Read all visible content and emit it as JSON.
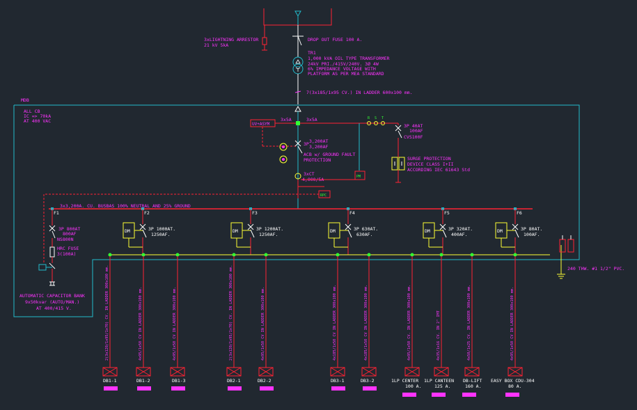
{
  "colors": {
    "background": "#212830",
    "busbar": "#ff2233",
    "panel_border": "#22bbcc",
    "label": "#ff33ff",
    "equipment": "#ffff33",
    "node": "#33ff33",
    "white": "#ffffff"
  },
  "incoming": {
    "arrestor": [
      "3xLIGHTNING ARRESTOR",
      "21 kV 5kA"
    ],
    "dropout_fuse": "DROP OUT FUSE 100 A.",
    "transformer": [
      "TR1",
      "1,000 kVA OIL TYPE TRANSFORMER",
      "24kV PRI./415V/240V. 3Ø 4W",
      "6% IMPEDANCE VOLTAGE WITH",
      "PLATFORM AS PER MEA STANDARD"
    ],
    "cable": "7(3x185/1x95 CV.) IN LADDER 600x100 mm."
  },
  "mdb": {
    "title": "MDB",
    "info": [
      "ALL CB",
      "IC => 70kA",
      "AT 400 VAC"
    ],
    "uv_asym": "UV+ASYM",
    "ct_small_1": "3x5A",
    "ct_small_2": "3x5A",
    "acb_rating": [
      "3P",
      "3,200AT",
      "3,200AF"
    ],
    "acb_desc": [
      "ACB w/ GROUND FAULT",
      "PROTECTION"
    ],
    "ct_main": [
      "3xCT",
      "4,000/5A"
    ],
    "pm": "PM",
    "rpc": "RPC",
    "rst": [
      "R",
      "S",
      "T"
    ],
    "spd_breaker": [
      "3P 40AT",
      "100AF",
      "CVS100F"
    ],
    "spd_desc": [
      "SURGE PROTECTION",
      "DEVICE CLASS I+II",
      "ACCORDING IEC 61643 Std"
    ],
    "busbar": "3x3,200A. CU. BUSBAS 100% NEUTRAL AND 25% GROUND",
    "feeder_ids": [
      "F1",
      "F2",
      "F3",
      "F4",
      "F5",
      "F6"
    ],
    "cap_breaker": [
      "3P 800AT",
      "800AF",
      "NS800N"
    ],
    "hrc_fuse": [
      "HRC FUSE",
      "3(100A)"
    ],
    "cap_bank": [
      "AUTOMATIC CAPACITOR BANK",
      "9x50kvar (AUTO/MAN.)",
      "AT 400/415 V."
    ],
    "dm": "DM",
    "feeders": [
      {
        "id": "F2",
        "rating": [
          "3P 1000AT.",
          "1250AF."
        ]
      },
      {
        "id": "F3",
        "rating": [
          "3P 1200AT.",
          "1250AF."
        ]
      },
      {
        "id": "F4",
        "rating": [
          "3P 630AT.",
          "630AF."
        ]
      },
      {
        "id": "F5",
        "rating": [
          "3P 320AT.",
          "400AF."
        ]
      },
      {
        "id": "F6",
        "rating": [
          "3P 80AT.",
          "100AF."
        ]
      }
    ],
    "ground": "240 THW. #1 1/2\" PVC."
  },
  "outgoing": [
    {
      "cable": "2(3x120/1x95/1x70) CV. IN LADDER 300x100 mm.",
      "name": "DB1-1"
    },
    {
      "cable": "4x95/1x50 CV IN LADDER 300x100 mm.",
      "name": "DB1-2"
    },
    {
      "cable": "4x95/1x50 CV IN LADDER 300x100 mm.",
      "name": "DB1-3"
    },
    {
      "cable": "2(3x120/1x95/1x70) CV. IN LADDER 300x100 mm.",
      "name": "DB2-1"
    },
    {
      "cable": "4x95/1x50 CV IN LADDER 300x100 mm.",
      "name": "DB2-2"
    },
    {
      "cable": "4x185/1x50 CV IN LADDER 300x100 mm.",
      "name": "DB3-1"
    },
    {
      "cable": "4x185/1x50 CV IN LADDER 300x100 mm.",
      "name": "DB3-2"
    },
    {
      "cable": "4x95/1x50 CV. IN LADDER 300x100 mm.",
      "name": "1LP CENTER",
      "amp": "100 A."
    },
    {
      "cable": "4x35/1x16 CV. IN 2\" IMT",
      "name": "1LP CANTEEN",
      "amp": "125 A."
    },
    {
      "cable": "4x50/1x25 CV. IN LADDER 300x100 mm.",
      "name": "DB-LIFT",
      "amp": "160 A."
    },
    {
      "cable": "4x95/1x50 CV IN LADDER 300x100 mm.",
      "name": "EASY BOX CDU-304",
      "amp": "80 A."
    }
  ]
}
